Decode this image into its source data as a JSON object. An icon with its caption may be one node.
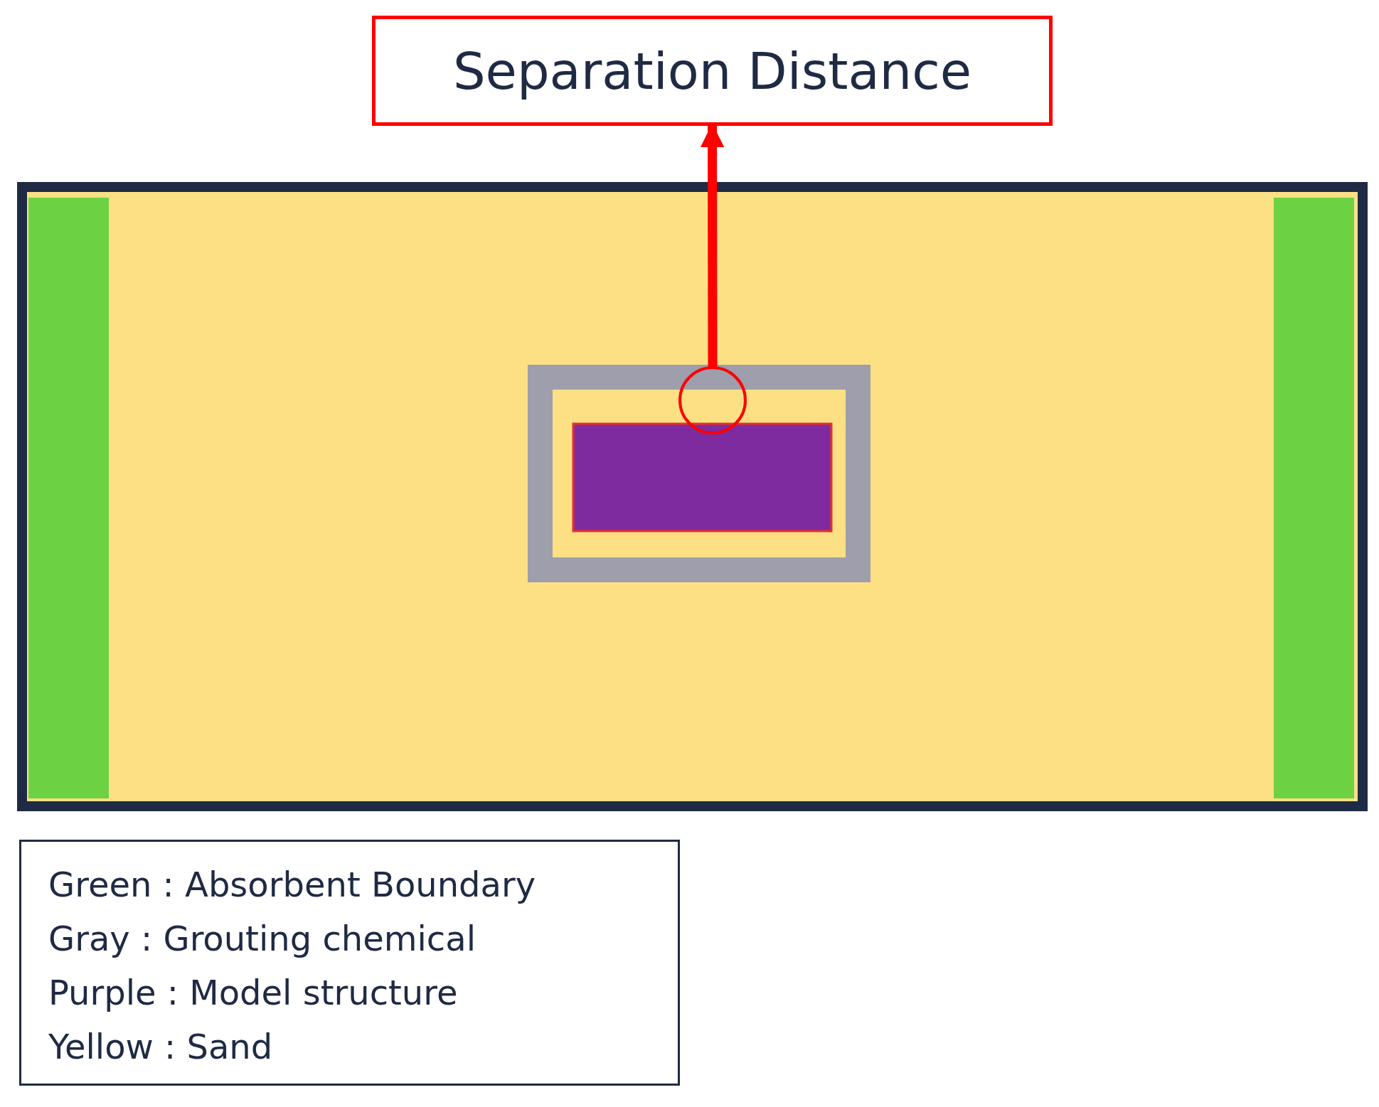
{
  "diagram": {
    "nodes": [
      {
        "text": [
          "Separation Distance"
        ]
      },
      {
        "text": [],
        "shape": "circle"
      }
    ],
    "edges": [
      {
        "from": 1,
        "to": 0,
        "arrow": "to",
        "color": "#ff0000"
      }
    ],
    "labels": [
      "Green : Absorbent Boundary",
      "Gray : Grouting chemical",
      "Purple : Model structure",
      "Yellow : Sand"
    ]
  }
}
